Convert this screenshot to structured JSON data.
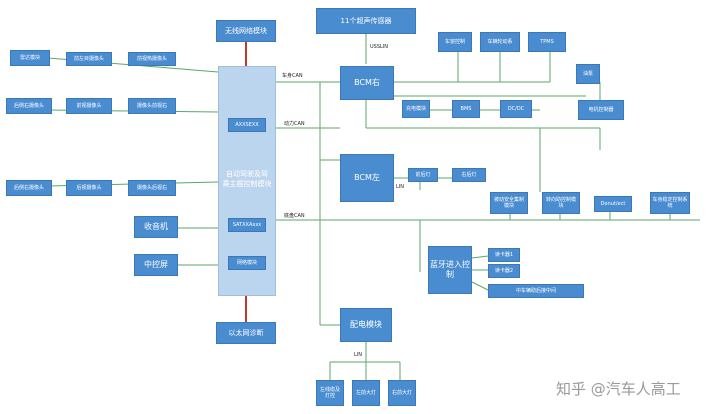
{
  "colors": {
    "box": "#4a8cd0",
    "line": "#5aa86a",
    "central": "#bcd5ee",
    "red_bar": "#c0392b",
    "pink_line": "#e8a0c0"
  },
  "gateway": {
    "label": "无线网络模块"
  },
  "central_unit": {
    "label": "自动驾驶及驾乘主题控制模块",
    "label_line1": "自动驾驶及驾",
    "label_line2": "乘主题控制模块"
  },
  "central_ports": {
    "top": "AXXSEXX",
    "mid": "SATXXAxxx",
    "eth": "网络模块"
  },
  "ethernet": {
    "label": "以太网诊断"
  },
  "left_modules": {
    "row1": [
      "雷达模块",
      "前左目摄像头",
      "前视热摄像头"
    ],
    "row2": [
      "后侧右摄像头",
      "前视摄像头",
      "摄像头前视右"
    ],
    "row3": [
      "后侧右摄像头",
      "后视摄像头",
      "摄像头后视右"
    ],
    "radio": "收音机",
    "center_screen": "中控屏"
  },
  "ultrasonic": {
    "label": "11个超声传感器",
    "link": "USSLIN"
  },
  "bus": {
    "body": "车身CAN",
    "power": "动力CAN",
    "chassis": "底盘CAN"
  },
  "bcm_right": {
    "label": "BCM右"
  },
  "bcm_left": {
    "label": "BCM左",
    "lin": "LIN",
    "lamps": [
      "前后灯",
      "右后灯"
    ]
  },
  "top_right": [
    "车窗控制",
    "车辆轮动系",
    "TPMS"
  ],
  "charging": {
    "charger": "充电模块",
    "bms": "BMS",
    "dcdc": "DC/DC"
  },
  "motor": {
    "cooling": "油泵",
    "controller": "电机控制器"
  },
  "safety": [
    "被动安全集制模块",
    "转向助控制模块",
    "Donut/ect",
    "车身稳定控制系统"
  ],
  "bluetooth": {
    "label": "蓝牙进入控制",
    "readers": [
      "读卡器1",
      "读卡器2"
    ],
    "display": "中车辆助后接中间"
  },
  "power_dist": {
    "label": "配电模块",
    "lin": "LIN",
    "outputs": [
      "左线缆及灯控",
      "左前大灯",
      "右前大灯"
    ]
  },
  "watermark": "知乎 @汽车人高工"
}
